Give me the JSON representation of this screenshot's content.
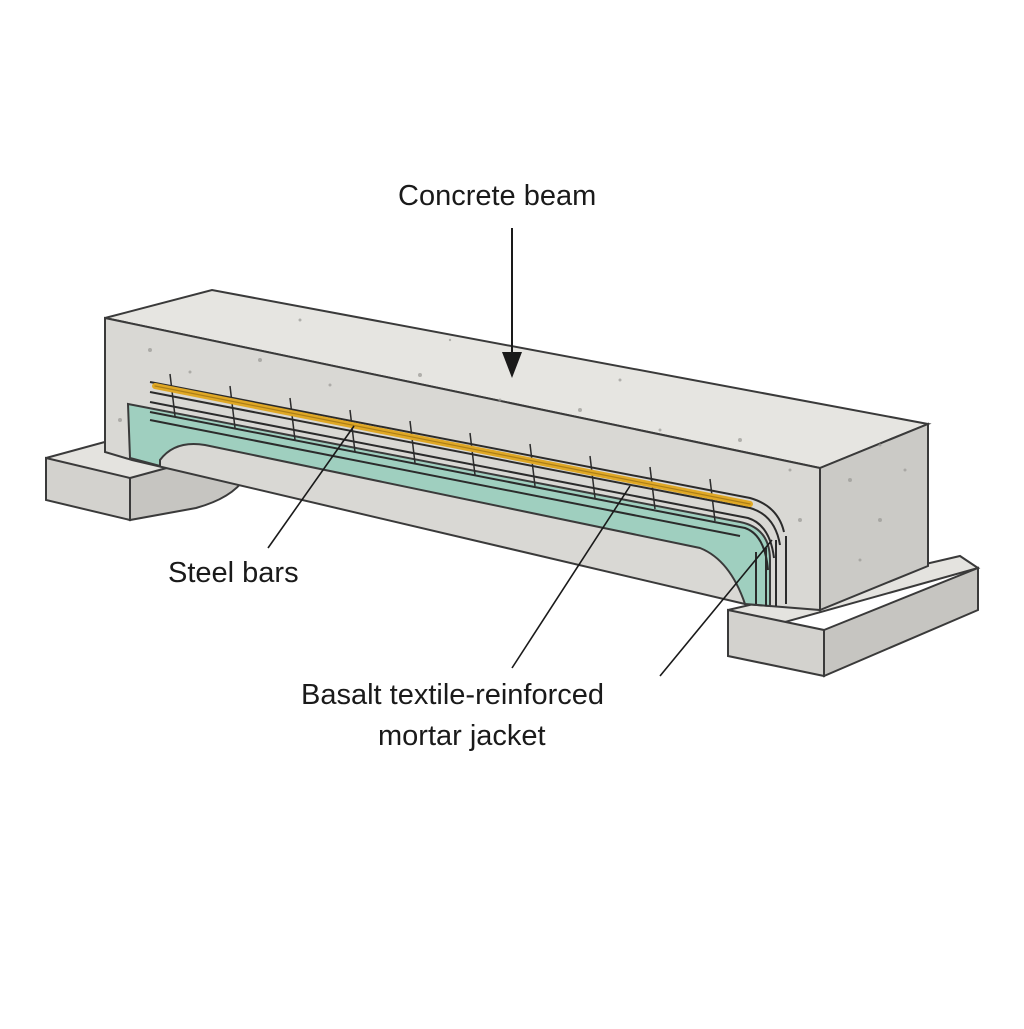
{
  "diagram": {
    "labels": {
      "concrete_beam": "Concrete beam",
      "steel_bars": "Steel bars",
      "jacket_line1": "Basalt textile-reinforced",
      "jacket_line2": "mortar jacket"
    },
    "colors": {
      "background": "#ffffff",
      "concrete_front": "#d9d8d4",
      "concrete_top": "#e6e5e1",
      "concrete_side": "#c9c8c4",
      "mortar_jacket": "#9fcfbf",
      "steel_bar": "#e0a825",
      "textile_mesh": "#2b2b2b",
      "outline": "#3a3a3a"
    },
    "components": [
      "concrete-beam",
      "left-support-block",
      "right-support-block",
      "mortar-jacket",
      "textile-mesh",
      "steel-bar"
    ]
  }
}
